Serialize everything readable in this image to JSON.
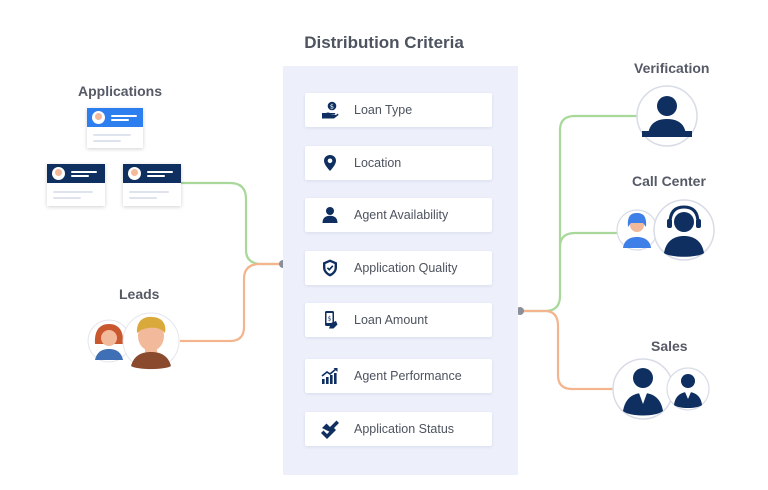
{
  "title": "Distribution Criteria",
  "sources": {
    "applications": "Applications",
    "leads": "Leads"
  },
  "criteria": [
    {
      "label": "Loan Type",
      "icon": "hand-coin-icon"
    },
    {
      "label": "Location",
      "icon": "location-pin-icon"
    },
    {
      "label": "Agent Availability",
      "icon": "person-icon"
    },
    {
      "label": "Application Quality",
      "icon": "shield-check-icon"
    },
    {
      "label": "Loan Amount",
      "icon": "phone-money-icon"
    },
    {
      "label": "Agent Performance",
      "icon": "growth-chart-icon"
    },
    {
      "label": "Application Status",
      "icon": "double-check-icon"
    }
  ],
  "destinations": {
    "verification": "Verification",
    "call_center": "Call Center",
    "sales": "Sales"
  },
  "colors": {
    "navy": "#0e2f5f",
    "green_line": "#a8d89a",
    "orange_line": "#f3b48e",
    "panel": "#edf0fb",
    "card_blue": "#2d7ff0",
    "connector": "#8a8f99"
  }
}
